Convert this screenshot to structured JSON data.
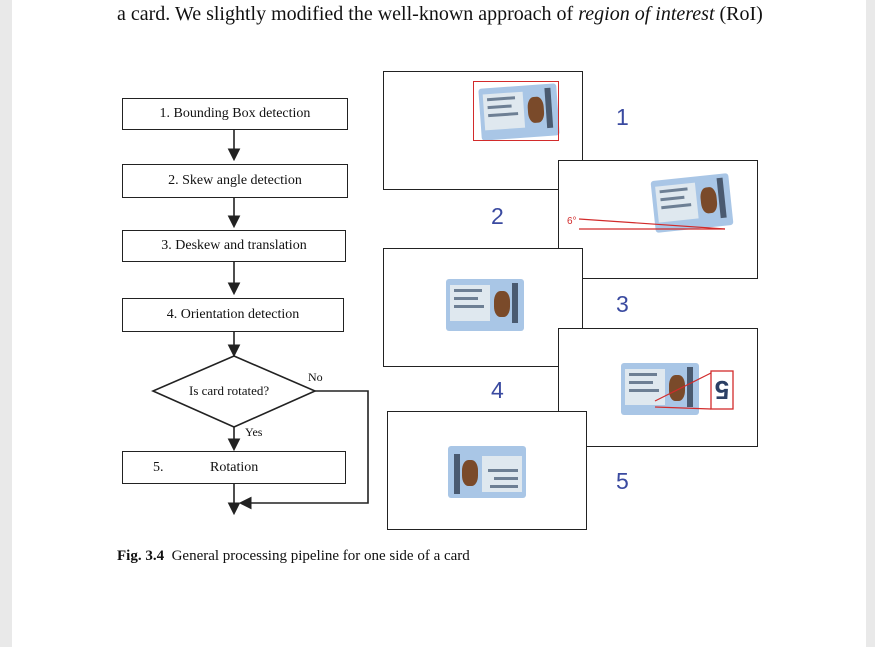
{
  "top_text": {
    "part1": "a card. We slightly modified the well-known approach of ",
    "italic": "region of interest",
    "part2": " (RoI)"
  },
  "flow": {
    "step1": "1. Bounding Box detection",
    "step2": "2. Skew angle detection",
    "step3": "3. Deskew and translation",
    "step4": "4. Orientation detection",
    "decision": "Is card rotated?",
    "no_label": "No",
    "yes_label": "Yes",
    "step5_num": "5.",
    "step5_label": "Rotation"
  },
  "panels": {
    "numbers": [
      "1",
      "2",
      "3",
      "4",
      "5"
    ],
    "skew_angle": "6°",
    "accent_color": "#d22b2b",
    "number_color": "#3a4aa0"
  },
  "caption": {
    "label": "Fig. 3.4",
    "text": "General processing pipeline for one side of a card"
  }
}
